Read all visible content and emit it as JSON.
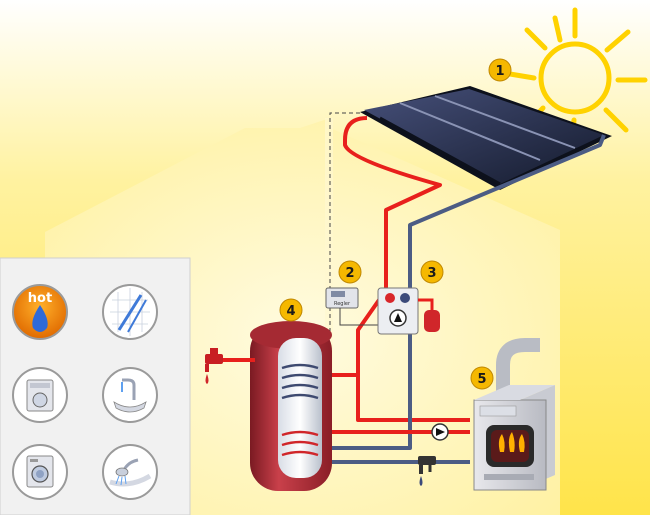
{
  "colors": {
    "sky_yellow": "#ffe95a",
    "house_light": "#fff6c4",
    "hot_pipe": "#e8201c",
    "cold_pipe": "#4c5c84",
    "sun": "#ffd200",
    "badge": "#f5b800",
    "tank": "#b8323a",
    "panel": "#1c2236"
  },
  "labels": {
    "hot": "hot",
    "controller": "Regler",
    "n1": "1",
    "n2": "2",
    "n3": "3",
    "n4": "4",
    "n5": "5"
  },
  "icons": [
    "hot-water-drop-icon",
    "shower-icon",
    "washing-machine-icon",
    "kitchen-faucet-icon",
    "washing-machine-front-icon",
    "hand-shower-icon"
  ]
}
